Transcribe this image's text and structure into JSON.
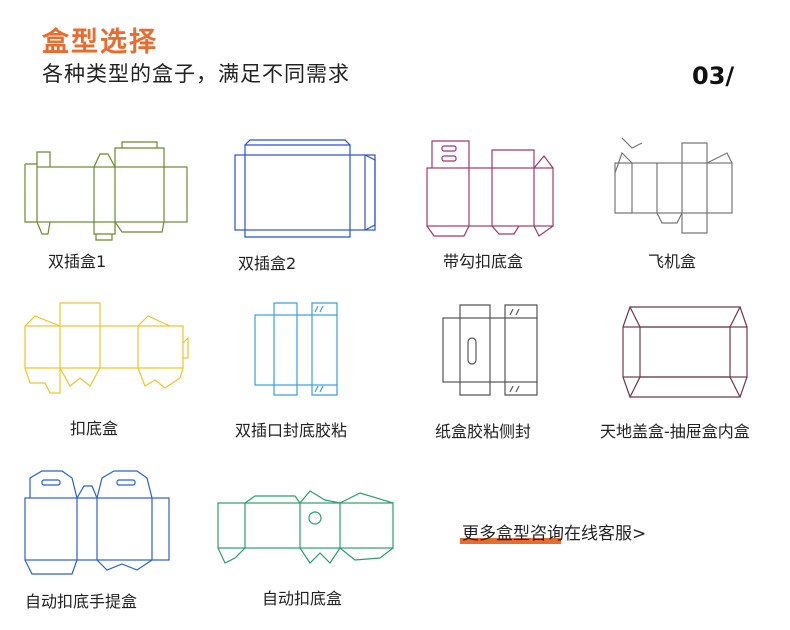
{
  "header": {
    "title": "盒型选择",
    "subtitle": "各种类型的盒子，满足不同需求",
    "page_number": "03/"
  },
  "boxes": [
    {
      "label": "双插盒1",
      "icon": "double-tuck-box-1-dieline-icon",
      "color": "#6b8a2d"
    },
    {
      "label": "双插盒2",
      "icon": "double-tuck-box-2-dieline-icon",
      "color": "#2b4fd6"
    },
    {
      "label": "带勾扣底盒",
      "icon": "hook-lock-bottom-box-dieline-icon",
      "color": "#a3386b"
    },
    {
      "label": "飞机盒",
      "icon": "airplane-box-dieline-icon",
      "color": "#777777"
    },
    {
      "label": "扣底盒",
      "icon": "lock-bottom-box-dieline-icon",
      "color": "#f0c52a"
    },
    {
      "label": "双插口封底胶粘",
      "icon": "tuck-top-glued-bottom-dieline-icon",
      "color": "#3a9fe0"
    },
    {
      "label": "纸盒胶粘侧封",
      "icon": "glued-side-seal-box-dieline-icon",
      "color": "#555555"
    },
    {
      "label": "天地盖盒-抽屉盒内盒",
      "icon": "lid-base-drawer-inner-box-dieline-icon",
      "color": "#6e3a4a"
    },
    {
      "label": "自动扣底手提盒",
      "icon": "auto-lock-handle-box-dieline-icon",
      "color": "#2b5fd6"
    },
    {
      "label": "自动扣底盒",
      "icon": "auto-lock-bottom-box-dieline-icon",
      "color": "#2aa06a"
    }
  ],
  "more_link": "更多盒型咨询在线客服>",
  "accent_color": "#ec6a2b"
}
